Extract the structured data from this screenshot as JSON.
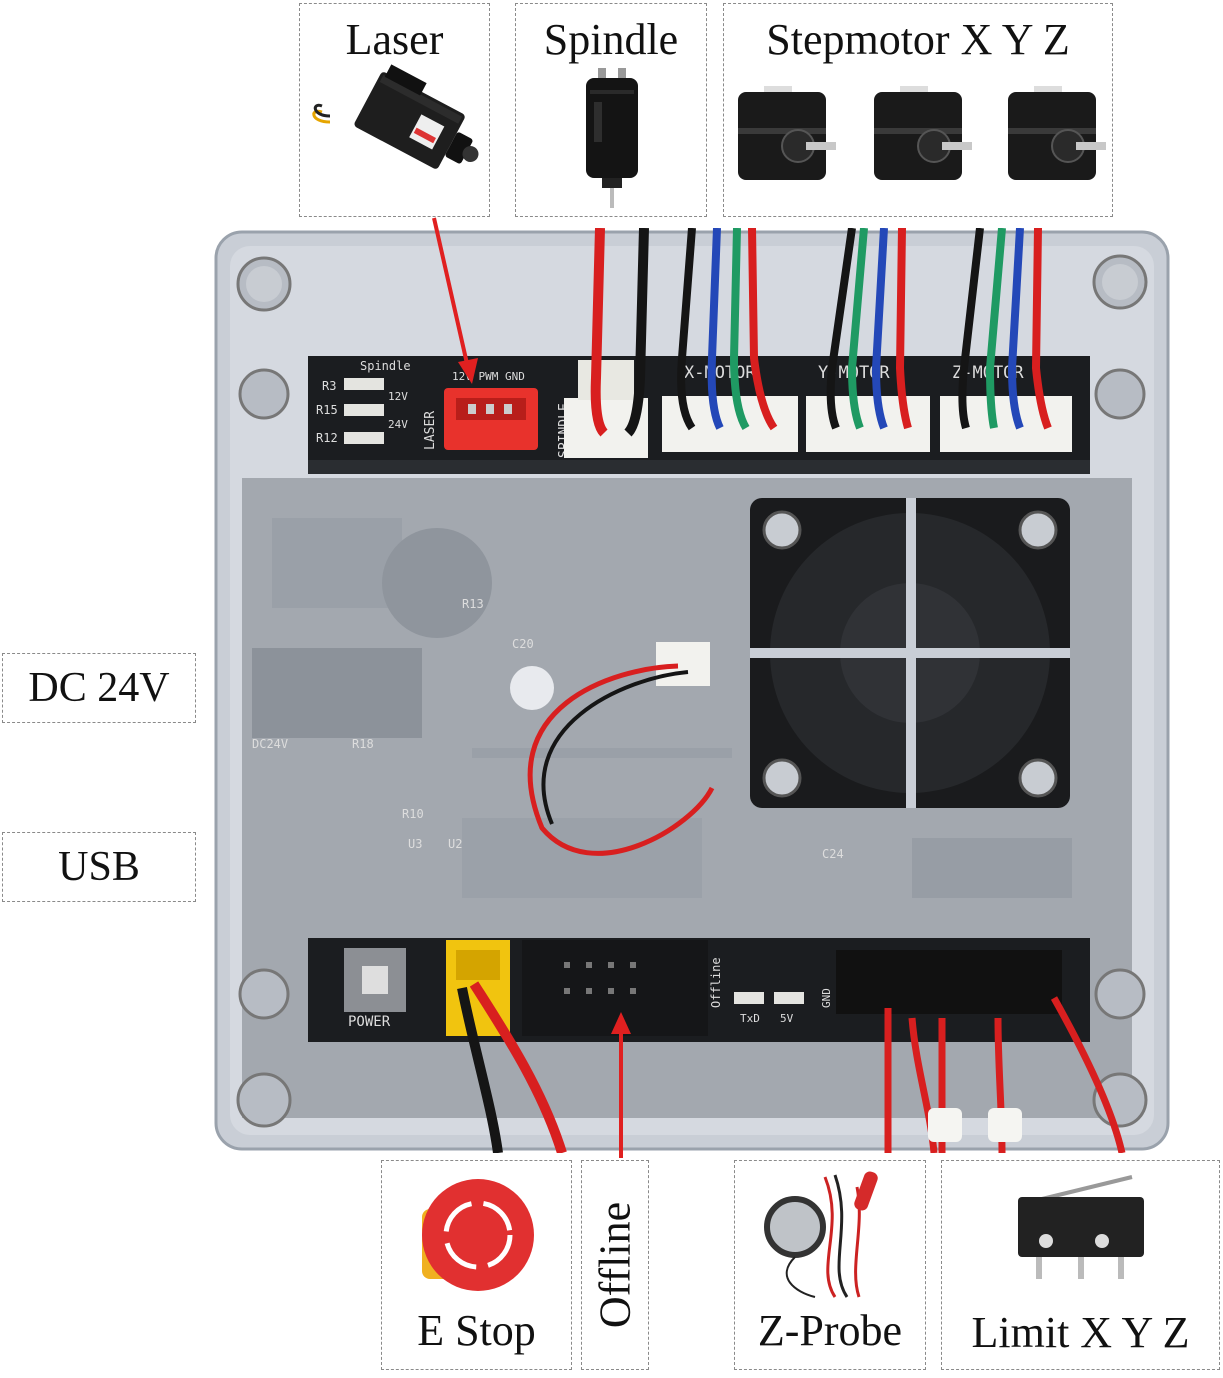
{
  "labels": {
    "laser": "Laser",
    "spindle": "Spindle",
    "stepmotor": "Stepmotor X Y Z",
    "dc24v": "DC 24V",
    "usb": "USB",
    "estop": "E Stop",
    "offline": "Offline",
    "zprobe": "Z-Probe",
    "limit": "Limit X Y Z"
  },
  "board": {
    "spindle_silk": "Spindle",
    "laser_silk": "LASER",
    "laser_pins": "12V PWM GND",
    "v12": "12V",
    "v24": "24V",
    "r3": "R3",
    "r15": "R15",
    "r12": "R12",
    "spindle_vert": "SPINDLE",
    "x_motor": "X-MOTOR",
    "y_motor": "Y-MOTOR",
    "z_motor": "Z-MOTOR",
    "power": "POWER",
    "offline_silk": "Offline",
    "txd": "TxD",
    "v5": "5V",
    "gnd": "GND",
    "dc24v_silk": "DC24V",
    "r10": "R10",
    "r18": "R18",
    "u2": "U2",
    "u3": "U3",
    "c20": "C20",
    "c24": "C24",
    "r13": "R13"
  },
  "colors": {
    "arrow": "#e02020",
    "case": "#c9ced6",
    "pcb": "#1b1d20",
    "wire_red": "#d81f1f",
    "wire_black": "#151515",
    "wire_green": "#1f9a63",
    "wire_blue": "#2448b8",
    "connector_red": "#e8322c",
    "connector_white": "#f2f2ee",
    "connector_yellow": "#f1c40f"
  }
}
